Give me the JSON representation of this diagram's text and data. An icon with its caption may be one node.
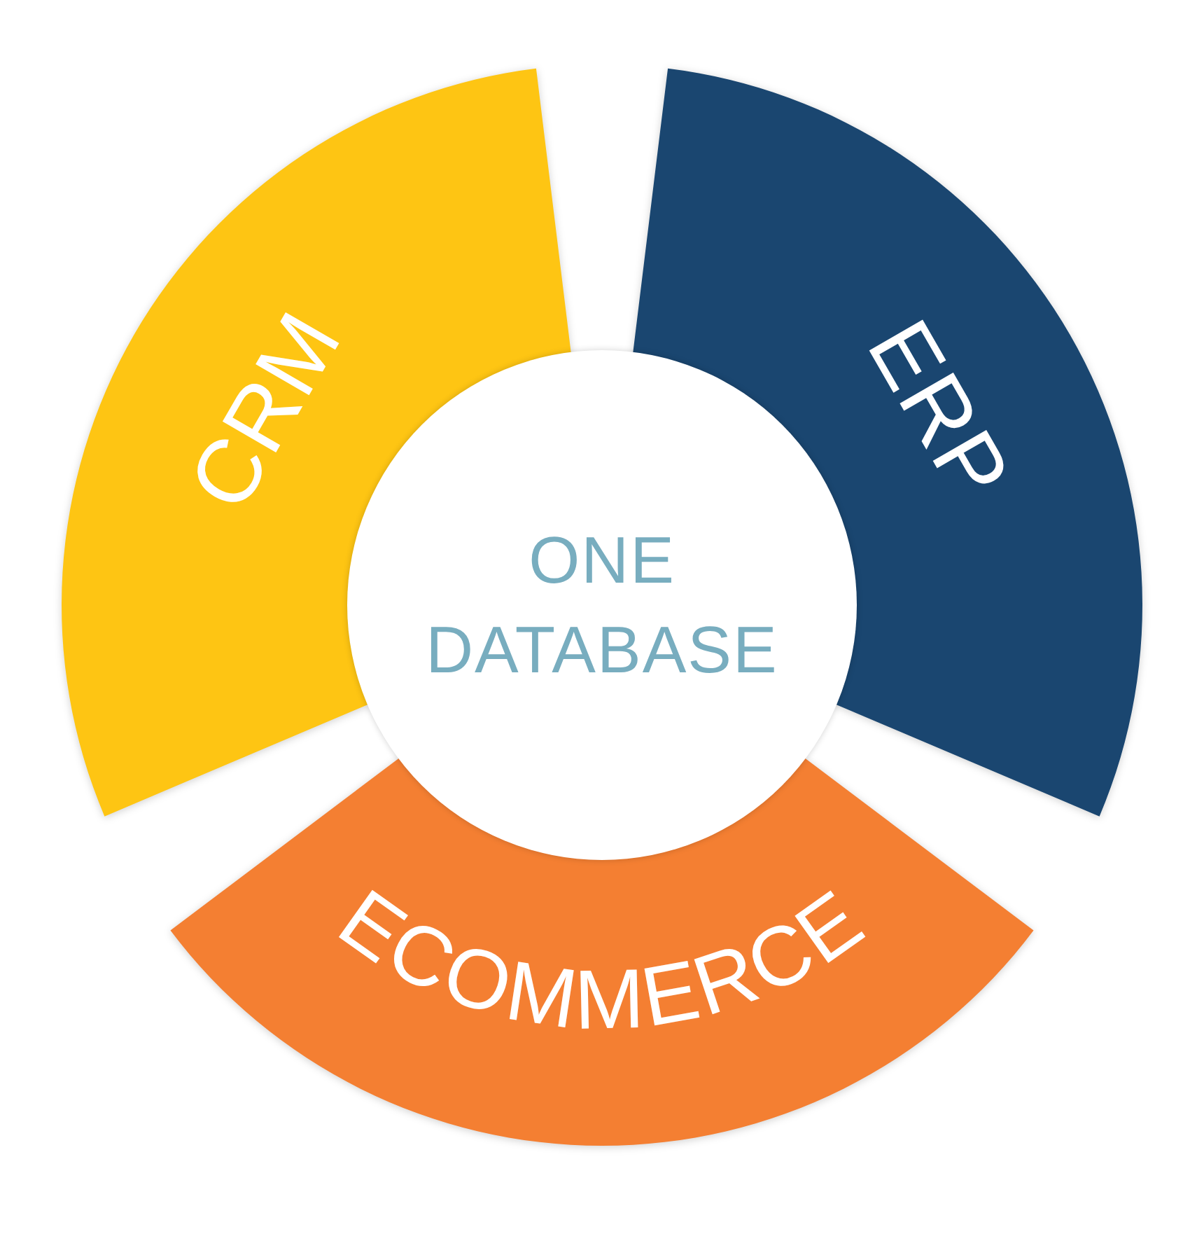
{
  "diagram": {
    "nodes": [
      {
        "text": [
          "CRM"
        ]
      },
      {
        "text": [
          "ERP"
        ]
      },
      {
        "text": [
          "ONE DATABASE"
        ]
      },
      {
        "text": [
          "ECOMMERCE"
        ]
      }
    ]
  }
}
